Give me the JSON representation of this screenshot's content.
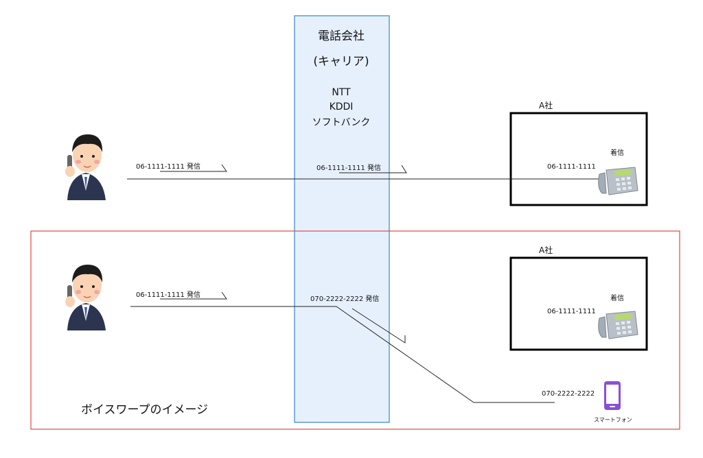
{
  "carrier": {
    "title": "電話会社",
    "subtitle": "(キャリア)",
    "companies": [
      "NTT",
      "KDDI",
      "ソフトバンク"
    ]
  },
  "top": {
    "caller_label": "06-1111-1111 発信",
    "carrier_label": "06-1111-1111 発信",
    "company": {
      "name": "A社",
      "receive_label": "着信",
      "number": "06-1111-1111"
    }
  },
  "bottom": {
    "caller_label": "06-1111-1111 発信",
    "carrier_label": "070-2222-2222 発信",
    "company": {
      "name": "A社",
      "receive_label": "着信",
      "number": "06-1111-1111"
    },
    "smartphone_number": "070-2222-2222",
    "smartphone_label": "スマートフォン",
    "caption": "ボイスワープのイメージ"
  },
  "colors": {
    "carrier_fill": "#e6f0fd",
    "carrier_stroke": "#5b9bd5",
    "frame": "#e04848",
    "phone_purple": "#8a4fd8"
  }
}
